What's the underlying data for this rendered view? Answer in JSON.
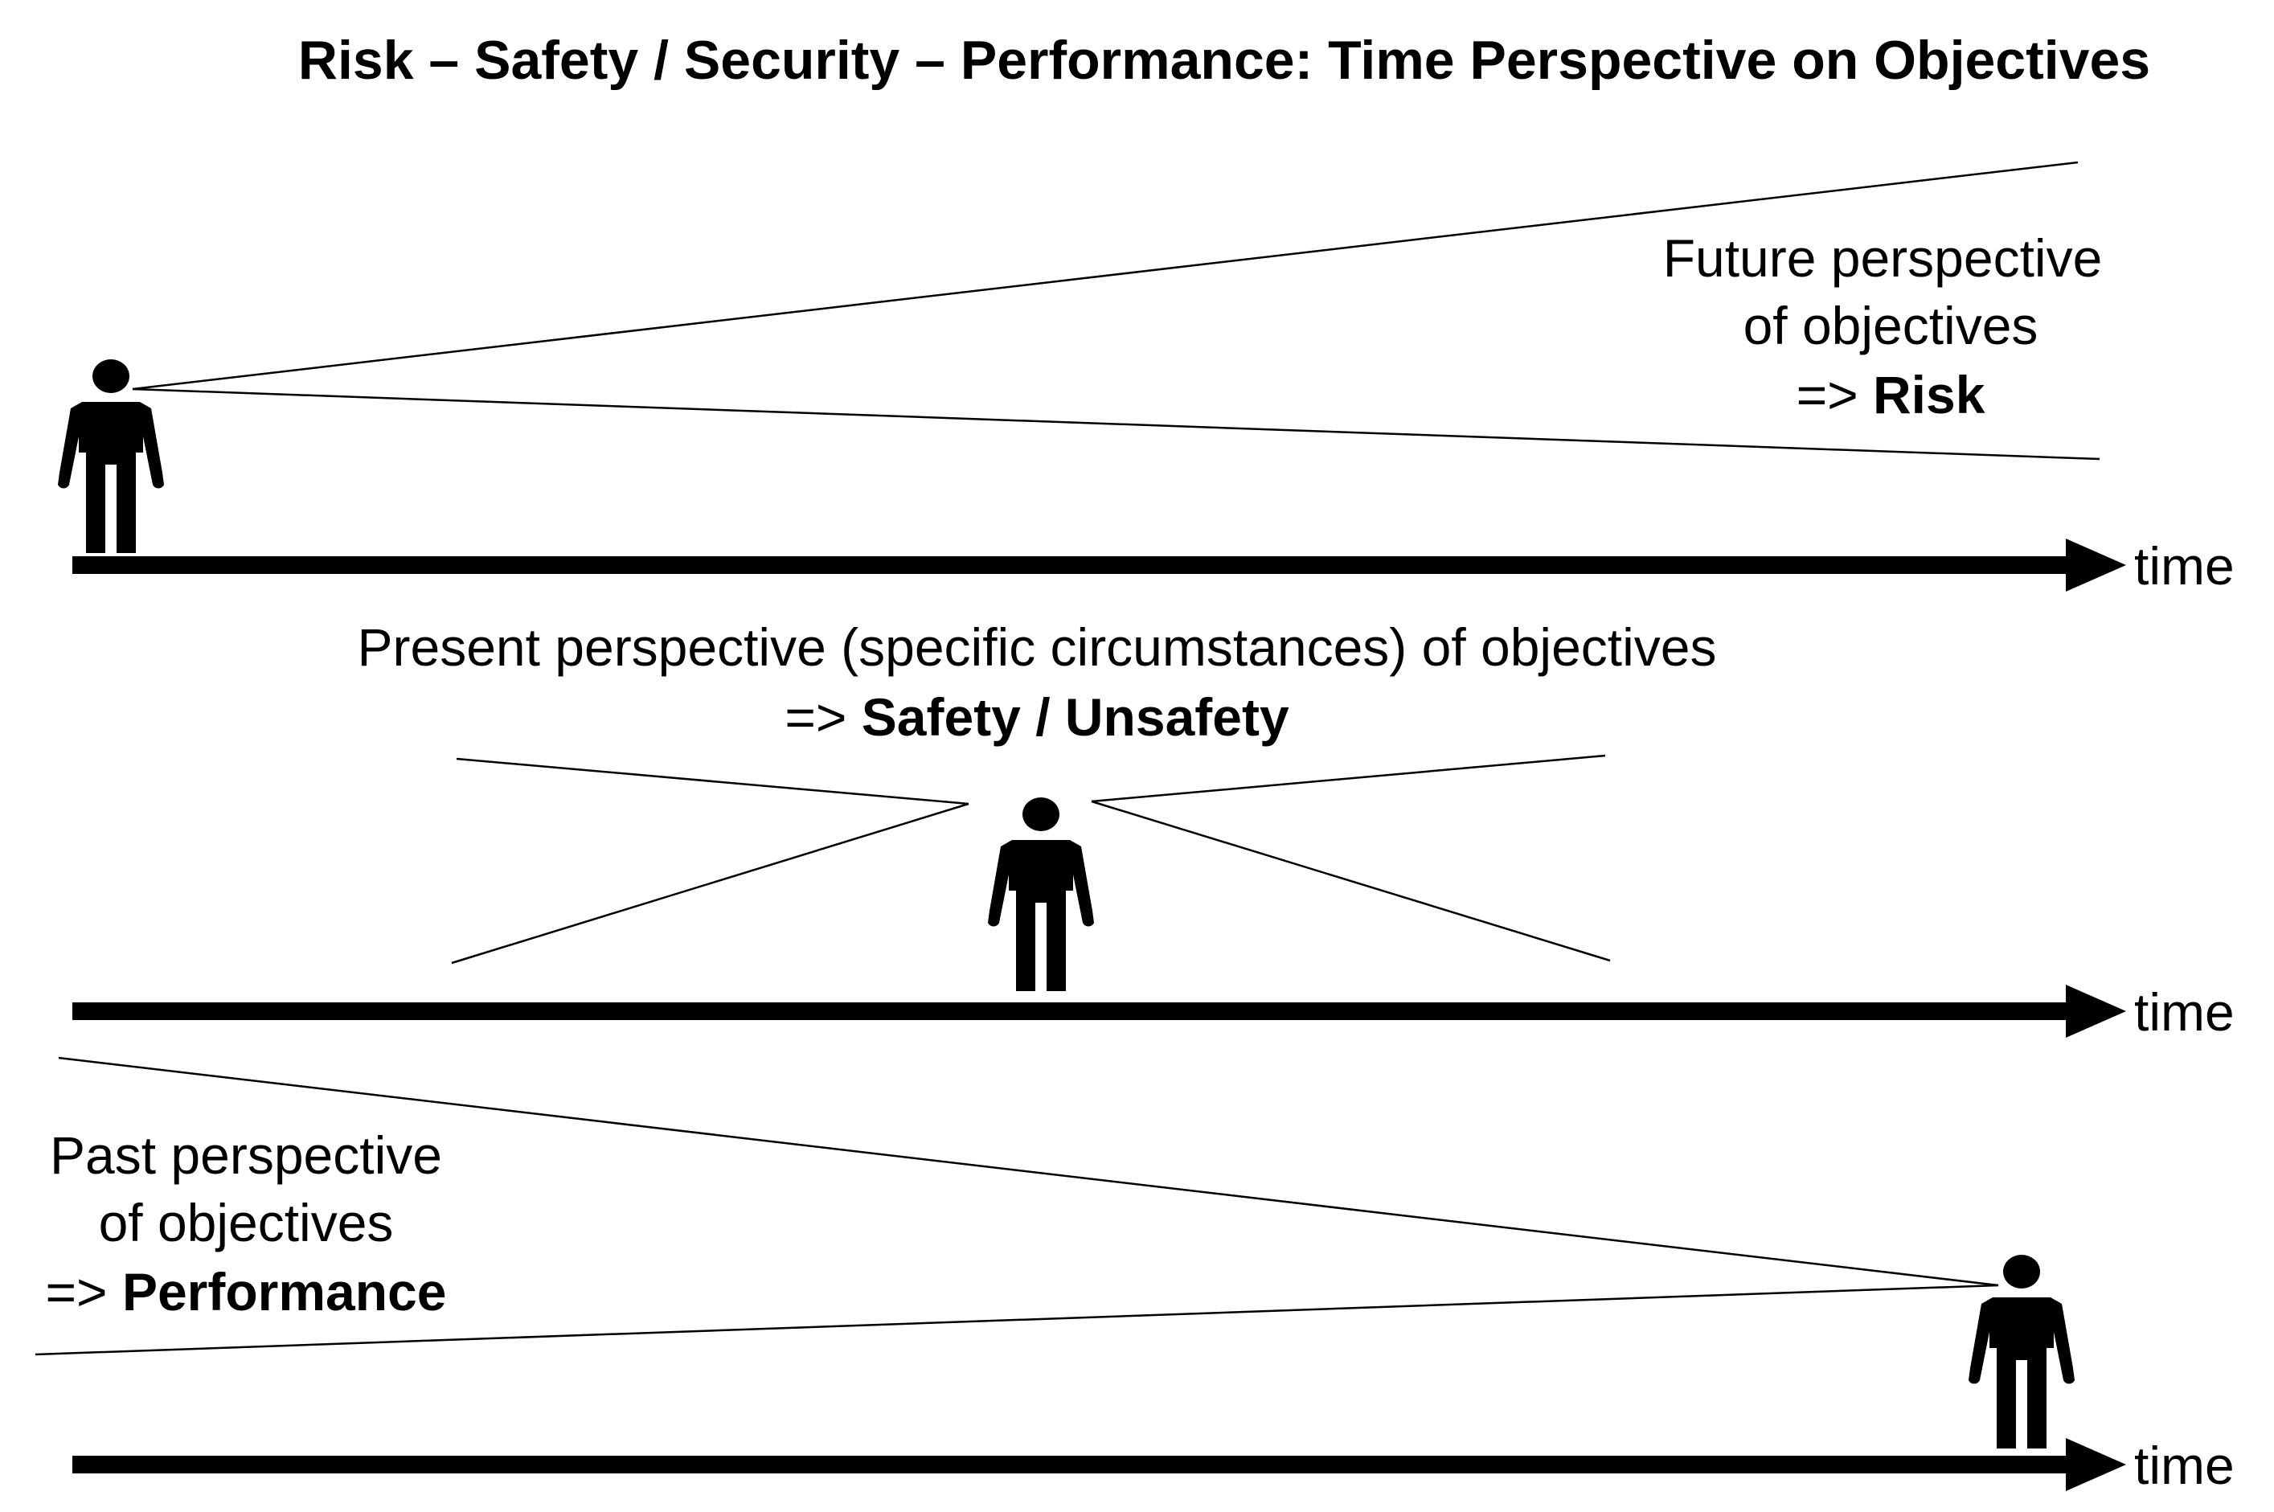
{
  "title": "Risk – Safety / Security – Performance: Time Perspective on Objectives",
  "panels": {
    "future": {
      "line1": "Future perspective",
      "line2": "of objectives",
      "arrow": "=>",
      "term": "Risk",
      "axis_label": "time"
    },
    "present": {
      "line1": "Present perspective (specific circumstances) of objectives",
      "arrow": "=>",
      "term": "Safety / Unsafety",
      "axis_label": "time"
    },
    "past": {
      "line1": "Past perspective",
      "line2": "of objectives",
      "arrow": "=>",
      "term": "Performance",
      "axis_label": "time"
    }
  },
  "icons": [
    "person-icon",
    "arrow-head-icon"
  ],
  "colors": {
    "foreground": "#000000",
    "background": "#ffffff"
  }
}
